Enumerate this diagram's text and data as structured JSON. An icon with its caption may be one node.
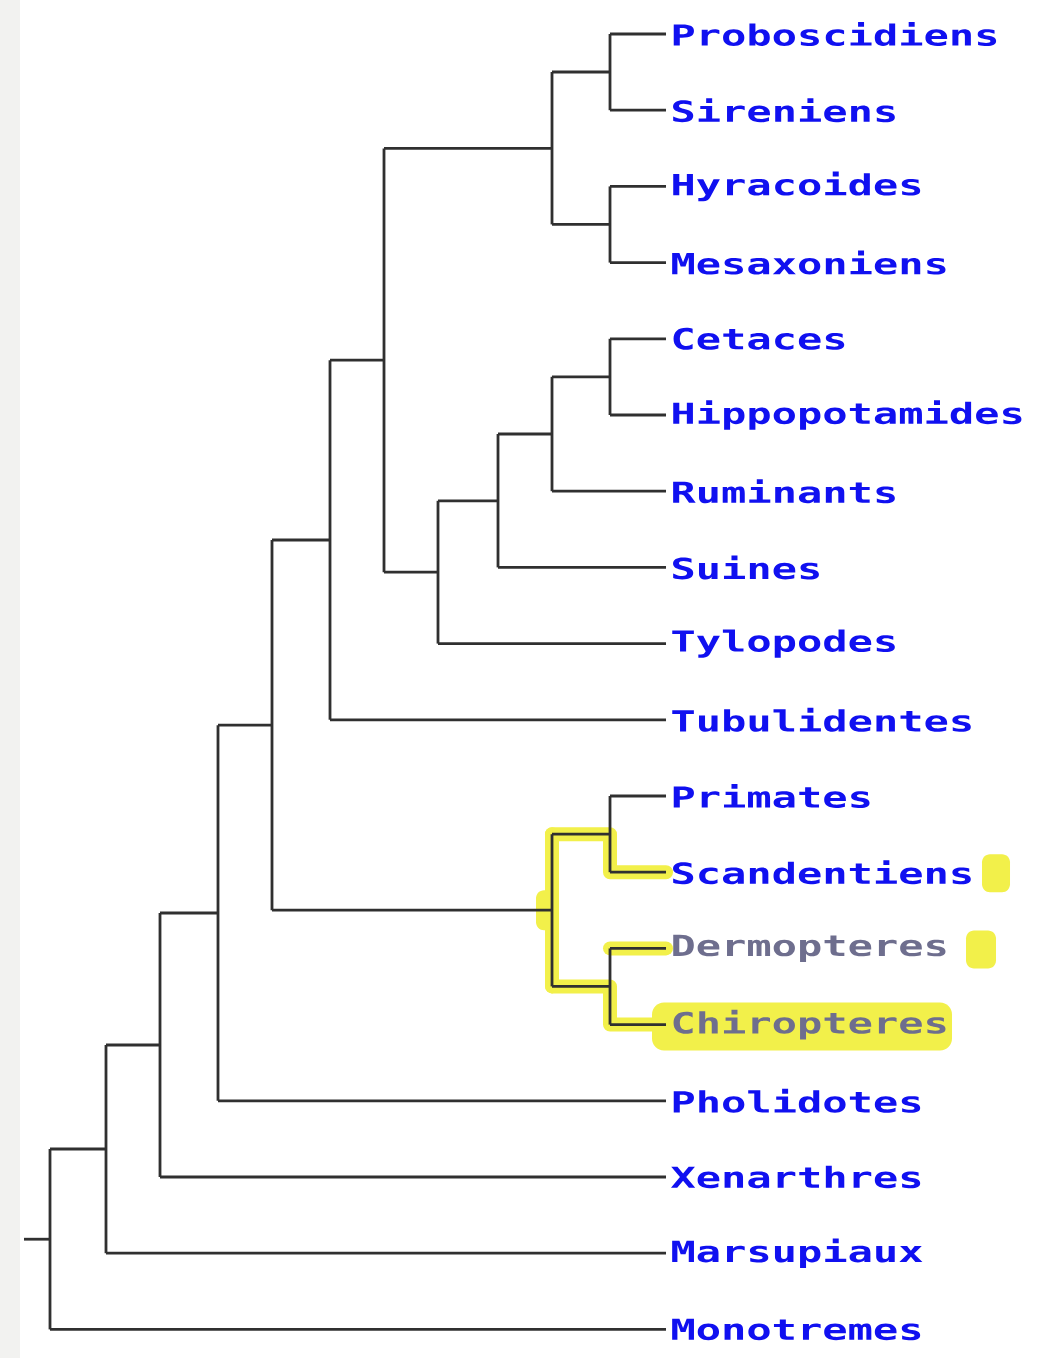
{
  "diagram": {
    "labels": [
      "Proboscidiens",
      "Sireniens",
      "Hyracoides",
      "Mesaxoniens",
      "Cetaces",
      "Hippopotamides",
      "Ruminants",
      "Suines",
      "Tylopodes",
      "Tubulidentes",
      "Primates",
      "Scandentiens",
      "Dermopteres",
      "Chiropteres",
      "Pholidotes",
      "Xenarthres",
      "Marsupiaux",
      "Monotremes"
    ]
  }
}
